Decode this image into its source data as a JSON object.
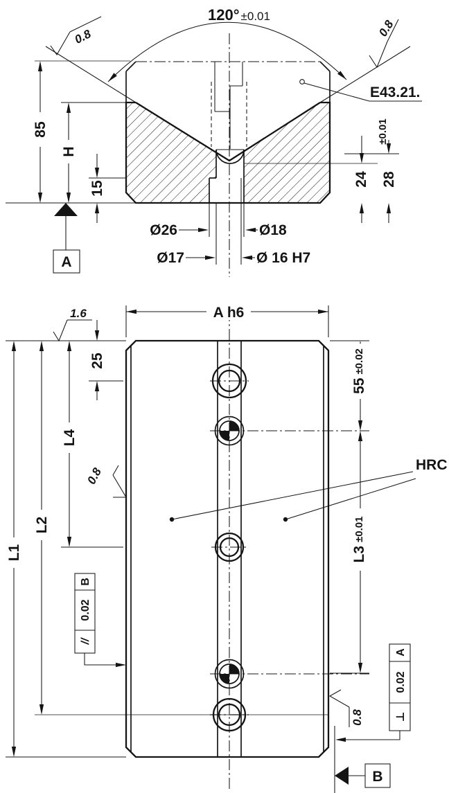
{
  "drawing": {
    "section_view": {
      "angle": "120°",
      "angle_tol": "±0.01",
      "roughness_left": "0.8",
      "roughness_right": "0.8",
      "note": "E43.21.",
      "height_total": "85",
      "height_H": "H",
      "step_15": "15",
      "depth_24": "24",
      "depth_28": "28",
      "depth_28_tol": "±0.01",
      "bore_26": "Ø26",
      "bore_18": "Ø18",
      "bore_17": "Ø17",
      "bore_16": "Ø 16 H7",
      "datum": "A"
    },
    "plan_view": {
      "width_dim": "A h6",
      "roughness_top": "1.6",
      "roughness_left": "0.8",
      "roughness_right": "0.8",
      "pitch_25": "25",
      "pitch_55": "55",
      "pitch_55_tol": "±0.02",
      "len_L1": "L1",
      "len_L2": "L2",
      "len_L4": "L4",
      "len_L3": "L3",
      "len_L3_tol": "±0.01",
      "hardness": "HRC",
      "fcf_parallel": {
        "symbol": "//",
        "tolerance": "0.02",
        "datum": "B"
      },
      "fcf_perpendicular": {
        "symbol": "⊥",
        "tolerance": "0.02",
        "datum": "A"
      },
      "datum": "B"
    },
    "colors": {
      "ink": "#141414",
      "highlight": "#8c8c8c"
    }
  }
}
